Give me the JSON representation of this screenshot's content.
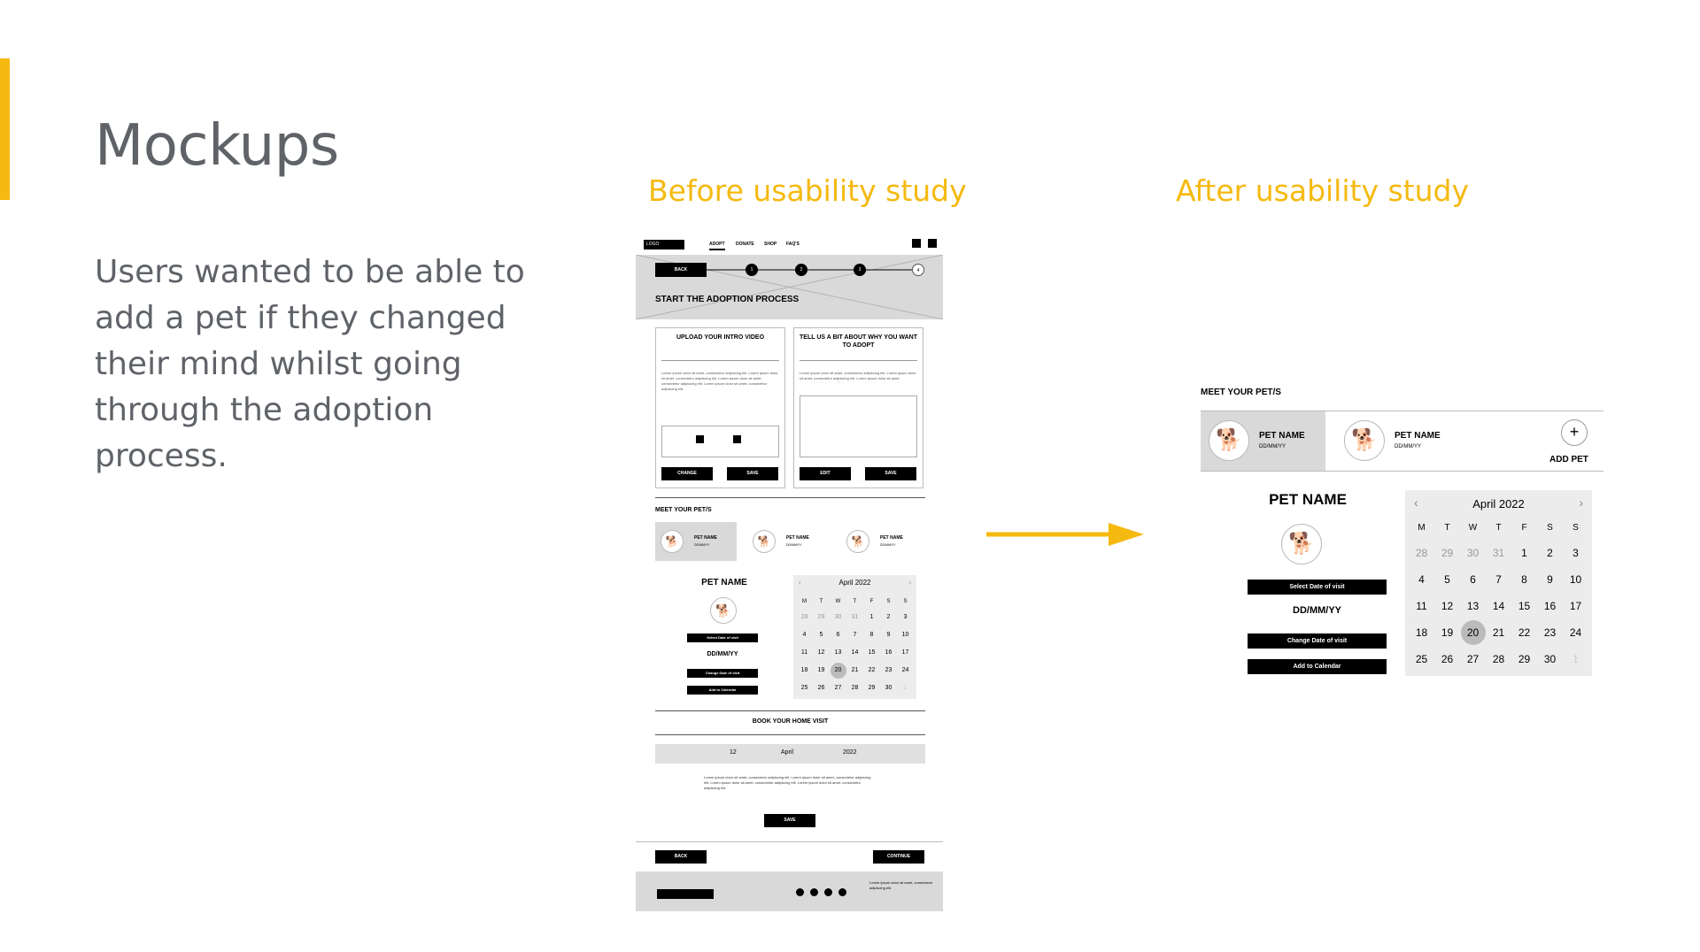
{
  "slide": {
    "title": "Mockups",
    "body": "Users wanted to be able to add a pet if they changed their mind whilst going through the adoption process.",
    "label_before": "Before usability study",
    "label_after": "After usability study",
    "accent_color": "#f5b90f"
  },
  "before": {
    "nav": {
      "logo": "LOGO",
      "links": [
        "ADOPT",
        "DONATE",
        "SHOP",
        "FAQ'S"
      ]
    },
    "hero": {
      "back": "BACK",
      "steps": [
        "1",
        "2",
        "3",
        "4"
      ],
      "title": "START THE ADOPTION PROCESS"
    },
    "video_panel": {
      "title": "UPLOAD YOUR INTRO VIDEO",
      "change": "CHANGE",
      "save": "SAVE"
    },
    "why_panel": {
      "title": "TELL US A BIT ABOUT WHY YOU WANT TO ADOPT",
      "edit": "EDIT",
      "save": "SAVE"
    },
    "lorem": "Lorem ipsum dolor sit amet, consectetur adipiscing elit. Lorem ipsum dolor sit amet, consectetur adipiscing elit. Lorem ipsum dolor sit amet, consectetur adipiscing elit. Lorem ipsum dolor sit amet, consectetur adipiscing elit.",
    "meet_heading": "MEET YOUR PET/S",
    "pets": [
      {
        "name": "PET NAME",
        "date": "DD/MM/YY"
      },
      {
        "name": "PET NAME",
        "date": "DD/MM/YY"
      },
      {
        "name": "PET NAME",
        "date": "DD/MM/YY"
      }
    ],
    "pet_name": "PET NAME",
    "select_date": "Select Date of visit",
    "ddmmyy": "DD/MM/YY",
    "change_date": "Change Date of visit",
    "add_calendar": "Add to Calendar",
    "home_visit": "BOOK YOUR HOME VISIT",
    "date_bar": {
      "day": "12",
      "month": "April",
      "year": "2022"
    },
    "save": "SAVE",
    "back": "BACK",
    "continue": "CONTINUE",
    "footer_text": "Lorem ipsum dolor sit amet, consectetur adipiscing elit."
  },
  "after": {
    "meet_heading": "MEET YOUR PET/S",
    "pets": [
      {
        "name": "PET NAME",
        "date": "DD/MM/YY"
      },
      {
        "name": "PET NAME",
        "date": "DD/MM/YY"
      }
    ],
    "add_pet": "ADD PET",
    "plus": "+",
    "pet_name": "PET NAME",
    "select_date": "Select Date of visit",
    "ddmmyy": "DD/MM/YY",
    "change_date": "Change Date of visit",
    "add_calendar": "Add to Calendar"
  },
  "calendar": {
    "month": "April 2022",
    "prev": "‹",
    "next": "›",
    "weekdays": [
      "M",
      "T",
      "W",
      "T",
      "F",
      "S",
      "S"
    ],
    "days": [
      {
        "d": "28",
        "s": "dim"
      },
      {
        "d": "29",
        "s": "dim"
      },
      {
        "d": "30",
        "s": "dim"
      },
      {
        "d": "31",
        "s": "dim"
      },
      {
        "d": "1",
        "s": ""
      },
      {
        "d": "2",
        "s": ""
      },
      {
        "d": "3",
        "s": ""
      },
      {
        "d": "4",
        "s": ""
      },
      {
        "d": "5",
        "s": ""
      },
      {
        "d": "6",
        "s": ""
      },
      {
        "d": "7",
        "s": ""
      },
      {
        "d": "8",
        "s": ""
      },
      {
        "d": "9",
        "s": ""
      },
      {
        "d": "10",
        "s": ""
      },
      {
        "d": "11",
        "s": ""
      },
      {
        "d": "12",
        "s": ""
      },
      {
        "d": "13",
        "s": ""
      },
      {
        "d": "14",
        "s": ""
      },
      {
        "d": "15",
        "s": ""
      },
      {
        "d": "16",
        "s": ""
      },
      {
        "d": "17",
        "s": ""
      },
      {
        "d": "18",
        "s": ""
      },
      {
        "d": "19",
        "s": ""
      },
      {
        "d": "20",
        "s": "sel"
      },
      {
        "d": "21",
        "s": ""
      },
      {
        "d": "22",
        "s": ""
      },
      {
        "d": "23",
        "s": ""
      },
      {
        "d": "24",
        "s": ""
      },
      {
        "d": "25",
        "s": ""
      },
      {
        "d": "26",
        "s": ""
      },
      {
        "d": "27",
        "s": ""
      },
      {
        "d": "28",
        "s": ""
      },
      {
        "d": "29",
        "s": ""
      },
      {
        "d": "30",
        "s": ""
      },
      {
        "d": "1",
        "s": "faint"
      }
    ]
  },
  "icons": {
    "dog": "dog-icon",
    "arrow": "arrow-right-icon"
  }
}
